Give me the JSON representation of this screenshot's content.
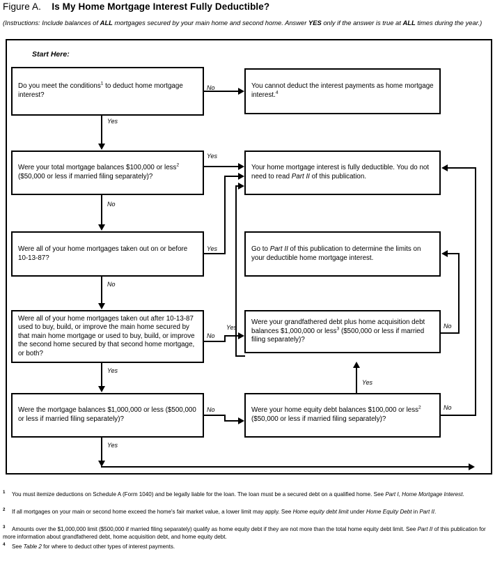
{
  "header": {
    "figure_label": "Figure A.",
    "title": "Is My Home Mortgage Interest Fully Deductible?",
    "instructions_line1_a": "(Instructions: Include balances of ",
    "instructions_bold1": "ALL",
    "instructions_line1_b": " mortgages secured by your main home and second home. Answer ",
    "instructions_bold2": "YES",
    "instructions_line1_c": " only if the answer is true at ",
    "instructions_bold3": "ALL",
    "instructions_line2": "times during the year.)"
  },
  "start_label": "Start Here:",
  "boxes": {
    "q1": {
      "text_a": "Do you meet the conditions",
      "sup": "1",
      "text_b": " to deduct home mortgage interest?"
    },
    "r1": {
      "text_a": "You cannot deduct the interest payments as home mortgage interest.",
      "sup": "4",
      "text_b": ""
    },
    "q2": {
      "text_a": "Were your total mortgage balances $100,000 or less",
      "sup": "2",
      "text_b": " ($50,000 or less if married filing separately)?"
    },
    "r2": {
      "text_a": "Your home mortgage interest is fully deductible. You do not need to read ",
      "italic": "Part II",
      "text_b": " of this publication."
    },
    "q3": {
      "text_a": "Were all of your home mortgages taken out on or before 10-13-87?"
    },
    "r3": {
      "text_a": "Go to ",
      "italic": "Part II",
      "text_b": " of this publication to determine the limits on your deductible home mortgage interest."
    },
    "q4": {
      "text_a": "Were all of your home mortgages taken out after 10-13-87 used to buy, build, or improve the main home secured by that main home mortgage or used to buy, build, or improve the second home secured by that second home mortgage, or both?"
    },
    "q5": {
      "text_a": "Were your grandfathered debt plus home acquisition debt balances $1,000,000 or less",
      "sup": "3",
      "text_b": " ($500,000 or less if married filing separately)?"
    },
    "q6": {
      "text_a": "Were the mortgage balances $1,000,000 or less ($500,000 or less if married filing separately)?"
    },
    "q7": {
      "text_a": "Were your home equity debt balances $100,000 or less",
      "sup": "2",
      "text_b": " ($50,000 or less if married filing separately)?"
    }
  },
  "edges": {
    "q1_no": "No",
    "q1_yes": "Yes",
    "q2_yes": "Yes",
    "q2_no": "No",
    "q3_yes": "Yes",
    "q3_no": "No",
    "q4_no": "No",
    "q4_yes": "Yes",
    "q5_yes": "Yes",
    "q5_no": "No",
    "q6_no": "No",
    "q6_yes": "Yes",
    "q7_yes": "Yes",
    "q7_no": "No"
  },
  "footnotes": [
    {
      "marker": "1",
      "parts": [
        {
          "t": "You must itemize deductions on Schedule A (Form 1040) and be legally liable for the loan. The loan must be a secured debt on a qualified home. See ",
          "i": false
        },
        {
          "t": "Part I, Home Mortgage Interest",
          "i": true
        },
        {
          "t": ".",
          "i": false
        }
      ]
    },
    {
      "marker": "2",
      "parts": [
        {
          "t": "If all mortgages on your main or second home exceed the home's fair market value, a lower limit may apply. See ",
          "i": false
        },
        {
          "t": "Home equity debt limit",
          "i": true
        },
        {
          "t": " under ",
          "i": false
        },
        {
          "t": "Home Equity Debt",
          "i": true
        },
        {
          "t": " in ",
          "i": false
        },
        {
          "t": "Part II",
          "i": true
        },
        {
          "t": ".",
          "i": false
        }
      ]
    },
    {
      "marker": "3",
      "parts": [
        {
          "t": "Amounts over the $1,000,000 limit ($500,000 if married filing separately) qualify as home equity debt if they are not more than the total home equity debt limit. See ",
          "i": false
        },
        {
          "t": "Part II",
          "i": true
        },
        {
          "t": " of this publication for more information about grandfathered debt, home acquisition debt, and home equity debt.",
          "i": false
        }
      ]
    },
    {
      "marker": "4",
      "parts": [
        {
          "t": "See ",
          "i": false
        },
        {
          "t": "Table 2",
          "i": true
        },
        {
          "t": " for where to deduct other types of interest payments.",
          "i": false
        }
      ]
    }
  ],
  "colors": {
    "ink": "#000000",
    "paper": "#ffffff"
  }
}
